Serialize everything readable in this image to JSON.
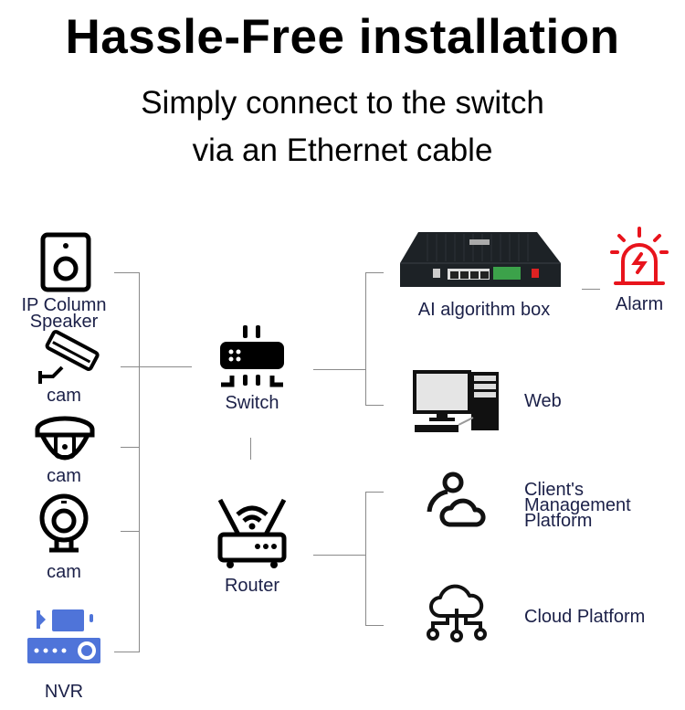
{
  "header": {
    "title": "Hassle-Free installation",
    "subtitle_line1": "Simply connect to the switch",
    "subtitle_line2": "via an Ethernet cable"
  },
  "devices_left": [
    {
      "label": "IP Column Speaker",
      "line1": "IP Column",
      "line2": "Speaker",
      "icon": "speaker-icon"
    },
    {
      "label": "cam",
      "icon": "bullet-camera-icon"
    },
    {
      "label": "cam",
      "icon": "dome-camera-icon"
    },
    {
      "label": "cam",
      "icon": "webcam-icon"
    },
    {
      "label": "NVR",
      "icon": "nvr-icon"
    }
  ],
  "center": {
    "switch_label": "Switch",
    "router_label": "Router"
  },
  "devices_right": {
    "ai_box_label": "AI algorithm box",
    "alarm_label": "Alarm",
    "web_label": "Web",
    "client_line1": "Client's",
    "client_line2": "Management",
    "client_line3": "Platform",
    "cloud_label": "Cloud Platform"
  },
  "colors": {
    "label": "#1b2048",
    "nvr": "#4f74d9",
    "alarm": "#e8141c",
    "line": "#8a8a8a"
  }
}
